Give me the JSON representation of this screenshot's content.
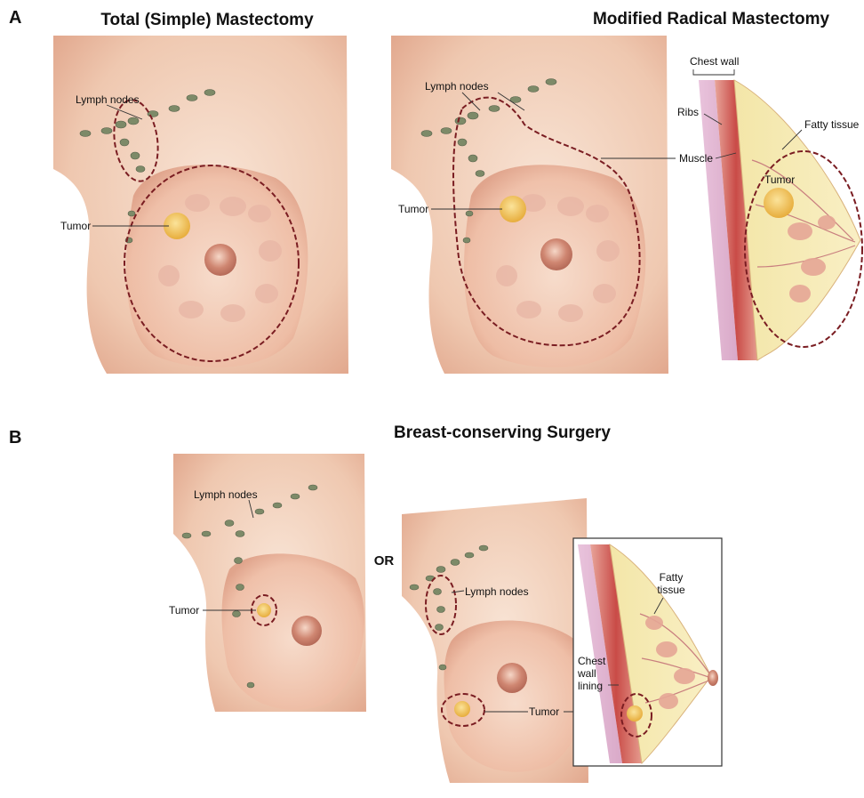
{
  "panel_a": {
    "letter": "A",
    "left_title": "Total (Simple) Mastectomy",
    "right_title": "Modified Radical Mastectomy",
    "left_labels": {
      "lymph_nodes": "Lymph nodes",
      "tumor": "Tumor"
    },
    "right_labels": {
      "lymph_nodes": "Lymph nodes",
      "tumor": "Tumor"
    },
    "cross_section": {
      "chest_wall": "Chest wall",
      "ribs": "Ribs",
      "muscle": "Muscle",
      "fatty_tissue": "Fatty tissue",
      "tumor": "Tumor"
    }
  },
  "panel_b": {
    "letter": "B",
    "title": "Breast-conserving Surgery",
    "or_label": "OR",
    "left_labels": {
      "lymph_nodes": "Lymph nodes",
      "tumor": "Tumor"
    },
    "right_labels": {
      "lymph_nodes": "Lymph nodes",
      "tumor": "Tumor"
    },
    "cross_section": {
      "fatty_line1": "Fatty",
      "fatty_line2": "tissue",
      "chest_line1": "Chest",
      "chest_line2": "wall",
      "chest_line3": "lining"
    }
  },
  "colors": {
    "skin_light": "#f6dccb",
    "skin_mid": "#eec2a8",
    "skin_dark": "#d99a82",
    "excision_outline": "#7a1d22",
    "lymph_node": "#7d8a68",
    "tumor": "#f2c14e",
    "fatty_tissue": "#f6ecb4",
    "muscle": "#c9534f"
  }
}
